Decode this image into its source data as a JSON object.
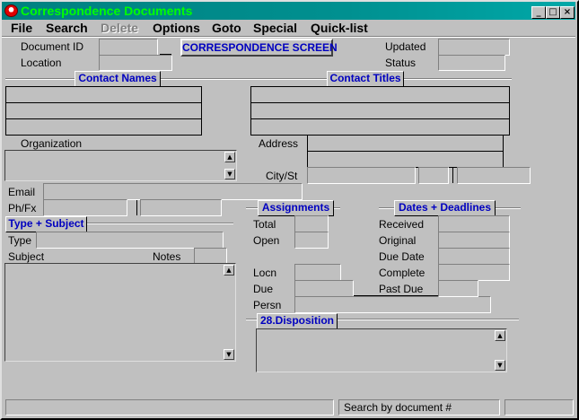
{
  "window": {
    "title": "Correspondence Documents",
    "controls": {
      "minimize": "_",
      "maximize": "□",
      "close": "×"
    }
  },
  "menu": [
    {
      "label": "File"
    },
    {
      "label": "Search"
    },
    {
      "label": "Delete"
    },
    {
      "label": "Options"
    },
    {
      "label": "Goto"
    },
    {
      "label": "Special"
    },
    {
      "label": "Quick-list"
    }
  ],
  "header": {
    "document_id_label": "Document ID",
    "location_label": "Location",
    "screen_button": "CORRESPONDENCE SCREEN",
    "updated_label": "Updated",
    "status_label": "Status",
    "document_id": "",
    "location": "",
    "updated": "",
    "status": ""
  },
  "groups": {
    "contact_names": "Contact Names",
    "contact_titles": "Contact Titles",
    "type_subject": "Type + Subject",
    "assignments": "Assignments",
    "dates_deadlines": "Dates + Deadlines",
    "disposition": "28.Disposition"
  },
  "contact": {
    "organization_label": "Organization",
    "address_label": "Address",
    "city_st_label": "City/St",
    "email_label": "Email",
    "phfx_label": "Ph/Fx"
  },
  "type_subject": {
    "type_label": "Type",
    "subject_label": "Subject",
    "notes_label": "Notes"
  },
  "assignments": {
    "total_label": "Total",
    "open_label": "Open",
    "locn_label": "Locn",
    "due_label": "Due",
    "persn_label": "Persn"
  },
  "dates": {
    "received_label": "Received",
    "original_label": "Original",
    "due_date_label": "Due Date",
    "complete_label": "Complete",
    "past_due_label": "Past Due"
  },
  "statusbar": {
    "message": "",
    "hint": "Search by document #",
    "extra": ""
  },
  "icons": {
    "scroll_up": "▲",
    "scroll_down": "▼"
  }
}
